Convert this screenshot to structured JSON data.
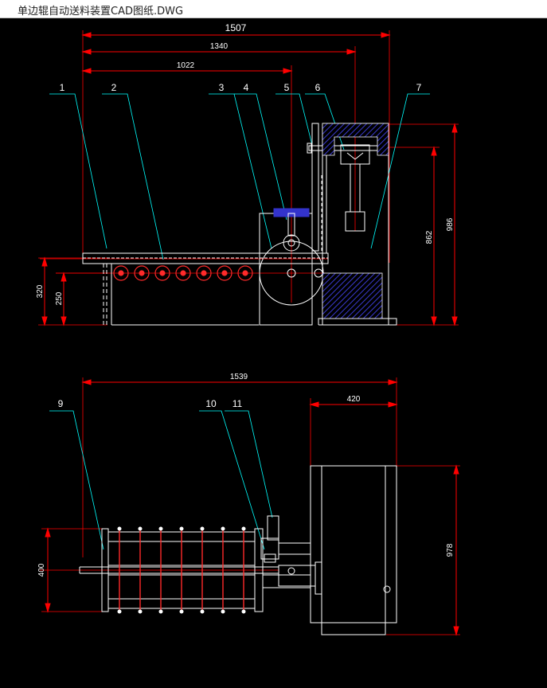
{
  "window": {
    "title": "单边辊自动送料装置CAD图纸.DWG"
  },
  "colors": {
    "background": "#000000",
    "outline": "#ffffff",
    "dimension": "#ff0000",
    "leader": "#00ffff",
    "hatch": "#3333cc",
    "part": "#ff2a2a"
  },
  "front_view": {
    "dimensions": {
      "overall_width": "1507",
      "mid_width": "1340",
      "short_width": "1022",
      "table_height": "320",
      "roller_height": "250",
      "total_height": "986",
      "frame_height": "862"
    },
    "balloons": [
      "1",
      "2",
      "3",
      "4",
      "5",
      "6",
      "7"
    ]
  },
  "top_view": {
    "dimensions": {
      "overall_width": "1539",
      "motor_width": "420",
      "frame_depth": "400",
      "base_depth": "978"
    },
    "balloons": [
      "9",
      "10",
      "11"
    ]
  }
}
